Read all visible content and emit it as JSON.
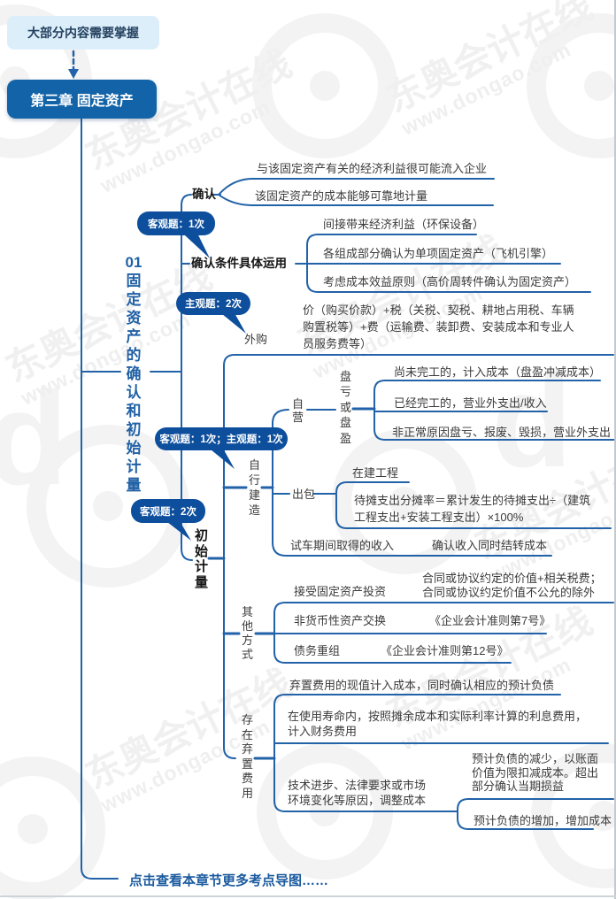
{
  "page": {
    "note_box": "大部分内容需要掌握",
    "chapter_title": "第三章 固定资产",
    "footer_link": "点击查看本章节更多考点导图……"
  },
  "watermark": {
    "brand": "东奥会计在线",
    "url": "www.dongao.com",
    "logo_letter": "d"
  },
  "badges": {
    "a": "客观题：1次",
    "b": "主观题：2次",
    "c": "客观题：1次；主观题：1次",
    "d": "客观题：2次"
  },
  "tree": {
    "b01": {
      "label": "01固定资产的确认和初始计量",
      "queren": {
        "label": "确认",
        "c1": "与该固定资产有关的经济利益很可能流入企业",
        "c2": "该固定资产的成本能够可靠地计量"
      },
      "tiaojian": {
        "label": "确认条件具体运用",
        "c1": "间接带来经济利益（环保设备）",
        "c2": "各组成部分确认为单项固定资产（飞机引擎）",
        "c3": "考虑成本效益原则（高价周转件确认为固定资产）"
      },
      "chushi": {
        "label": "初始计量",
        "waigou": {
          "label": "外购",
          "c1": "价（购买价款）+税（关税、契税、耕地占用税、车辆购置税等）+费（运输费、装卸费、安装成本和专业人员服务费等）"
        },
        "zixing": {
          "label": "自行建造",
          "ziying": {
            "label": "自营",
            "pankui": {
              "label": "盘亏或盘盈",
              "c1": "尚未完工的，计入成本（盘盈冲减成本）",
              "c2": "已经完工的，营业外支出/收入",
              "c3": "非正常原因盘亏、报废、毁损，营业外支出"
            }
          },
          "chubao": {
            "label": "出包",
            "c1": "在建工程",
            "c2": "待摊支出分摊率＝累计发生的待摊支出÷（建筑工程支出+安装工程支出）×100%"
          },
          "shiche": {
            "label": "试车期间取得的收入",
            "c1": "确认收入同时结转成本"
          }
        },
        "qita": {
          "label": "其他方式",
          "touzi": {
            "label": "接受固定资产投资",
            "c1": "合同或协议约定的价值+相关税费；合同或协议约定价值不公允的除外"
          },
          "feihuobi": {
            "label": "非货币性资产交换",
            "c1": "《企业会计准则第7号》"
          },
          "zhaiwu": {
            "label": "债务重组",
            "c1": "《企业会计准则第12号》"
          }
        },
        "qizhi": {
          "label": "存在弃置费用",
          "c1": "弃置费用的现值计入成本，同时确认相应的预计负债",
          "c2": "在使用寿命内，按照摊余成本和实际利率计算的利息费用，计入财务费用",
          "jishu": {
            "label": "技术进步、法律要求或市场环境变化等原因，调整成本",
            "c1": "预计负债的减少，以账面价值为限扣减成本。超出部分确认当期损益",
            "c2": "预计负债的增加，增加成本"
          }
        }
      }
    }
  },
  "colors": {
    "line_blue": "#2262a8",
    "badge_blue": "#0d4f9c",
    "chapter_bg": "#1263a8",
    "note_bg": "#ddeefb",
    "body_text": "#3b3b3b",
    "footer_blue": "#1a5a9f"
  }
}
